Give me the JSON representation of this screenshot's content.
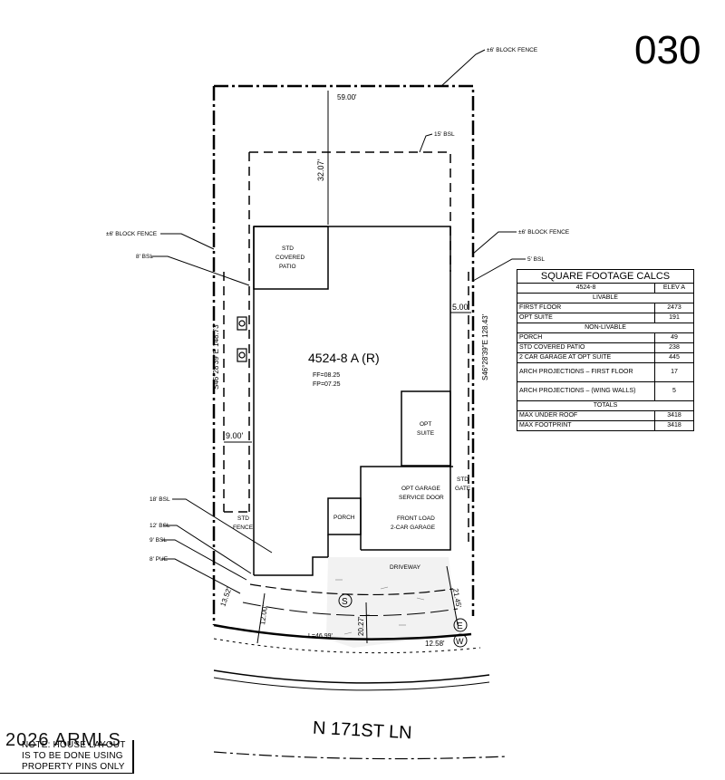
{
  "lot_number": "030",
  "plan_label": "4524-8 A (R)",
  "ff_label": "FF=08.25",
  "fp_label": "FP=07.25",
  "street_name": "N 171ST LN",
  "watermark": "2026 ARMLS",
  "annotations": {
    "block_fence_top": "±6' BLOCK FENCE",
    "block_fence_left": "±6' BLOCK FENCE",
    "block_fence_right": "±6' BLOCK FENCE",
    "bsl_15": "15' BSL",
    "bsl_8": "8' BSL",
    "bsl_5": "5' BSL",
    "bsl_18": "18' BSL",
    "bsl_12": "12' BSL",
    "bsl_9": "9' BSL",
    "pue_8": "8' PUE",
    "std_fence_1": "STD",
    "std_fence_2": "FENCE",
    "std_gate_1": "STD",
    "std_gate_2": "GATE"
  },
  "rooms": {
    "patio_1": "STD",
    "patio_2": "COVERED",
    "patio_3": "PATIO",
    "suite_1": "OPT",
    "suite_2": "SUITE",
    "service_door_1": "OPT GARAGE",
    "service_door_2": "SERVICE DOOR",
    "garage_1": "FRONT LOAD",
    "garage_2": "2-CAR GARAGE",
    "porch": "PORCH",
    "driveway": "DRIVEWAY"
  },
  "dimensions": {
    "top_width": "59.00'",
    "rear_setback": "32.07'",
    "left_boundary": "S46°28'39\"E 148.73'",
    "right_boundary": "S46°28'39\"E 128.43'",
    "side_right": "5.00'",
    "side_left": "9.00'",
    "corner": "13.52'",
    "front_12": "12.00'",
    "front_20": "20.27'",
    "arc": "L=46.99'",
    "front_21": "21.45'",
    "front_12_58": "12.58'"
  },
  "utility_markers": {
    "s": "S",
    "e": "E",
    "w": "W"
  },
  "note_lines": [
    "NOTE: HOUSE LAYOUT",
    "IS TO BE DONE USING",
    "PROPERTY PINS ONLY"
  ],
  "sqft_table": {
    "title": "SQUARE FOOTAGE CALCS",
    "plan": "4524-8",
    "elev": "ELEV A",
    "livable_header": "LIVABLE",
    "livable": [
      {
        "label": "FIRST FLOOR",
        "value": "2473"
      },
      {
        "label": "OPT SUITE",
        "value": "191"
      }
    ],
    "nonlivable_header": "NON-LIVABLE",
    "nonlivable": [
      {
        "label": "PORCH",
        "value": "49"
      },
      {
        "label": "STD COVERED PATIO",
        "value": "238"
      },
      {
        "label": "2 CAR GARAGE AT OPT SUITE",
        "value": "445"
      },
      {
        "label": "ARCH PROJECTIONS – FIRST FLOOR",
        "value": "17"
      },
      {
        "label": "ARCH PROJECTIONS – (WING WALLS)",
        "value": "5"
      }
    ],
    "totals_header": "TOTALS",
    "totals": [
      {
        "label": "MAX UNDER ROOF",
        "value": "3418"
      },
      {
        "label": "MAX FOOTPRINT",
        "value": "3418"
      }
    ]
  }
}
